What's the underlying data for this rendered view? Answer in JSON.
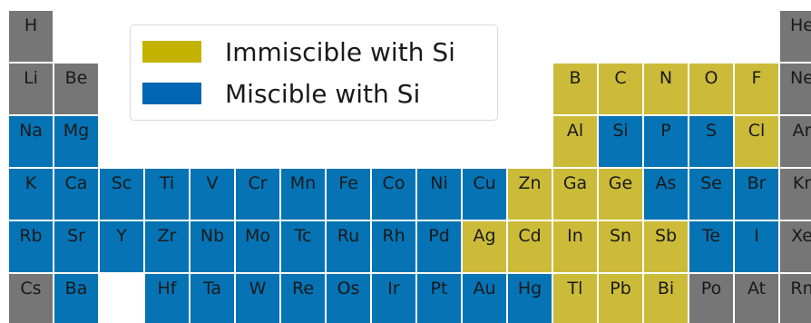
{
  "colors": {
    "immiscible": "#cbbb39",
    "miscible": "#0573b4",
    "other": "#767676",
    "legend_immiscible": "#c4b200",
    "legend_miscible": "#0066b3"
  },
  "legend": {
    "items": [
      {
        "label": "Immiscible with Si",
        "category": "immiscible"
      },
      {
        "label": "Miscible with Si",
        "category": "miscible"
      }
    ]
  },
  "elements": [
    {
      "symbol": "H",
      "row": 1,
      "col": 1,
      "category": "other"
    },
    {
      "symbol": "He",
      "row": 1,
      "col": 18,
      "category": "other"
    },
    {
      "symbol": "Li",
      "row": 2,
      "col": 1,
      "category": "other"
    },
    {
      "symbol": "Be",
      "row": 2,
      "col": 2,
      "category": "other"
    },
    {
      "symbol": "B",
      "row": 2,
      "col": 13,
      "category": "immiscible"
    },
    {
      "symbol": "C",
      "row": 2,
      "col": 14,
      "category": "immiscible"
    },
    {
      "symbol": "N",
      "row": 2,
      "col": 15,
      "category": "immiscible"
    },
    {
      "symbol": "O",
      "row": 2,
      "col": 16,
      "category": "immiscible"
    },
    {
      "symbol": "F",
      "row": 2,
      "col": 17,
      "category": "immiscible"
    },
    {
      "symbol": "Ne",
      "row": 2,
      "col": 18,
      "category": "other"
    },
    {
      "symbol": "Na",
      "row": 3,
      "col": 1,
      "category": "miscible"
    },
    {
      "symbol": "Mg",
      "row": 3,
      "col": 2,
      "category": "miscible"
    },
    {
      "symbol": "Al",
      "row": 3,
      "col": 13,
      "category": "immiscible"
    },
    {
      "symbol": "Si",
      "row": 3,
      "col": 14,
      "category": "miscible"
    },
    {
      "symbol": "P",
      "row": 3,
      "col": 15,
      "category": "miscible"
    },
    {
      "symbol": "S",
      "row": 3,
      "col": 16,
      "category": "miscible"
    },
    {
      "symbol": "Cl",
      "row": 3,
      "col": 17,
      "category": "immiscible"
    },
    {
      "symbol": "Ar",
      "row": 3,
      "col": 18,
      "category": "other"
    },
    {
      "symbol": "K",
      "row": 4,
      "col": 1,
      "category": "miscible"
    },
    {
      "symbol": "Ca",
      "row": 4,
      "col": 2,
      "category": "miscible"
    },
    {
      "symbol": "Sc",
      "row": 4,
      "col": 3,
      "category": "miscible"
    },
    {
      "symbol": "Ti",
      "row": 4,
      "col": 4,
      "category": "miscible"
    },
    {
      "symbol": "V",
      "row": 4,
      "col": 5,
      "category": "miscible"
    },
    {
      "symbol": "Cr",
      "row": 4,
      "col": 6,
      "category": "miscible"
    },
    {
      "symbol": "Mn",
      "row": 4,
      "col": 7,
      "category": "miscible"
    },
    {
      "symbol": "Fe",
      "row": 4,
      "col": 8,
      "category": "miscible"
    },
    {
      "symbol": "Co",
      "row": 4,
      "col": 9,
      "category": "miscible"
    },
    {
      "symbol": "Ni",
      "row": 4,
      "col": 10,
      "category": "miscible"
    },
    {
      "symbol": "Cu",
      "row": 4,
      "col": 11,
      "category": "miscible"
    },
    {
      "symbol": "Zn",
      "row": 4,
      "col": 12,
      "category": "immiscible"
    },
    {
      "symbol": "Ga",
      "row": 4,
      "col": 13,
      "category": "immiscible"
    },
    {
      "symbol": "Ge",
      "row": 4,
      "col": 14,
      "category": "immiscible"
    },
    {
      "symbol": "As",
      "row": 4,
      "col": 15,
      "category": "miscible"
    },
    {
      "symbol": "Se",
      "row": 4,
      "col": 16,
      "category": "miscible"
    },
    {
      "symbol": "Br",
      "row": 4,
      "col": 17,
      "category": "miscible"
    },
    {
      "symbol": "Kr",
      "row": 4,
      "col": 18,
      "category": "other"
    },
    {
      "symbol": "Rb",
      "row": 5,
      "col": 1,
      "category": "miscible"
    },
    {
      "symbol": "Sr",
      "row": 5,
      "col": 2,
      "category": "miscible"
    },
    {
      "symbol": "Y",
      "row": 5,
      "col": 3,
      "category": "miscible"
    },
    {
      "symbol": "Zr",
      "row": 5,
      "col": 4,
      "category": "miscible"
    },
    {
      "symbol": "Nb",
      "row": 5,
      "col": 5,
      "category": "miscible"
    },
    {
      "symbol": "Mo",
      "row": 5,
      "col": 6,
      "category": "miscible"
    },
    {
      "symbol": "Tc",
      "row": 5,
      "col": 7,
      "category": "miscible"
    },
    {
      "symbol": "Ru",
      "row": 5,
      "col": 8,
      "category": "miscible"
    },
    {
      "symbol": "Rh",
      "row": 5,
      "col": 9,
      "category": "miscible"
    },
    {
      "symbol": "Pd",
      "row": 5,
      "col": 10,
      "category": "miscible"
    },
    {
      "symbol": "Ag",
      "row": 5,
      "col": 11,
      "category": "immiscible"
    },
    {
      "symbol": "Cd",
      "row": 5,
      "col": 12,
      "category": "immiscible"
    },
    {
      "symbol": "In",
      "row": 5,
      "col": 13,
      "category": "immiscible"
    },
    {
      "symbol": "Sn",
      "row": 5,
      "col": 14,
      "category": "immiscible"
    },
    {
      "symbol": "Sb",
      "row": 5,
      "col": 15,
      "category": "immiscible"
    },
    {
      "symbol": "Te",
      "row": 5,
      "col": 16,
      "category": "miscible"
    },
    {
      "symbol": "I",
      "row": 5,
      "col": 17,
      "category": "miscible"
    },
    {
      "symbol": "Xe",
      "row": 5,
      "col": 18,
      "category": "other"
    },
    {
      "symbol": "Cs",
      "row": 6,
      "col": 1,
      "category": "other"
    },
    {
      "symbol": "Ba",
      "row": 6,
      "col": 2,
      "category": "miscible"
    },
    {
      "symbol": "Hf",
      "row": 6,
      "col": 4,
      "category": "miscible"
    },
    {
      "symbol": "Ta",
      "row": 6,
      "col": 5,
      "category": "miscible"
    },
    {
      "symbol": "W",
      "row": 6,
      "col": 6,
      "category": "miscible"
    },
    {
      "symbol": "Re",
      "row": 6,
      "col": 7,
      "category": "miscible"
    },
    {
      "symbol": "Os",
      "row": 6,
      "col": 8,
      "category": "miscible"
    },
    {
      "symbol": "Ir",
      "row": 6,
      "col": 9,
      "category": "miscible"
    },
    {
      "symbol": "Pt",
      "row": 6,
      "col": 10,
      "category": "miscible"
    },
    {
      "symbol": "Au",
      "row": 6,
      "col": 11,
      "category": "miscible"
    },
    {
      "symbol": "Hg",
      "row": 6,
      "col": 12,
      "category": "miscible"
    },
    {
      "symbol": "Tl",
      "row": 6,
      "col": 13,
      "category": "immiscible"
    },
    {
      "symbol": "Pb",
      "row": 6,
      "col": 14,
      "category": "immiscible"
    },
    {
      "symbol": "Bi",
      "row": 6,
      "col": 15,
      "category": "immiscible"
    },
    {
      "symbol": "Po",
      "row": 6,
      "col": 16,
      "category": "other"
    },
    {
      "symbol": "At",
      "row": 6,
      "col": 17,
      "category": "other"
    },
    {
      "symbol": "Rn",
      "row": 6,
      "col": 18,
      "category": "other"
    }
  ]
}
